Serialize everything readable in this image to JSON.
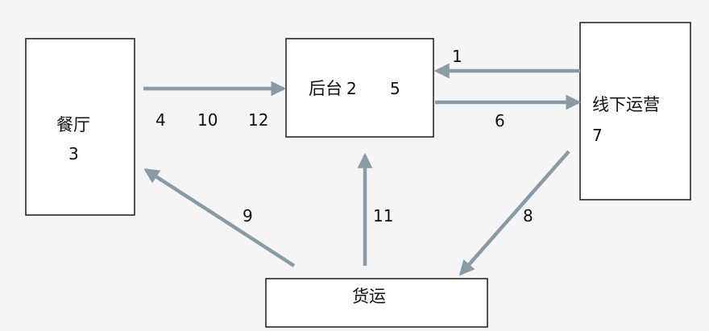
{
  "nodes": {
    "restaurant": {
      "name": "餐厅",
      "num": "3"
    },
    "backend": {
      "name": "后台",
      "nums": [
        "2",
        "5"
      ]
    },
    "offline": {
      "name": "线下运营",
      "num": "7"
    },
    "freight": {
      "name": "货运"
    }
  },
  "edges": {
    "offline_to_backend": "1",
    "restaurant_to_backend": [
      "4",
      "10",
      "12"
    ],
    "backend_to_offline": "6",
    "offline_to_freight": "8",
    "freight_to_restaurant": "9",
    "freight_to_backend": "11"
  },
  "colors": {
    "arrow": "#8a9aa5",
    "box_border": "#1a1a1a",
    "background": "#f5f5f7"
  }
}
